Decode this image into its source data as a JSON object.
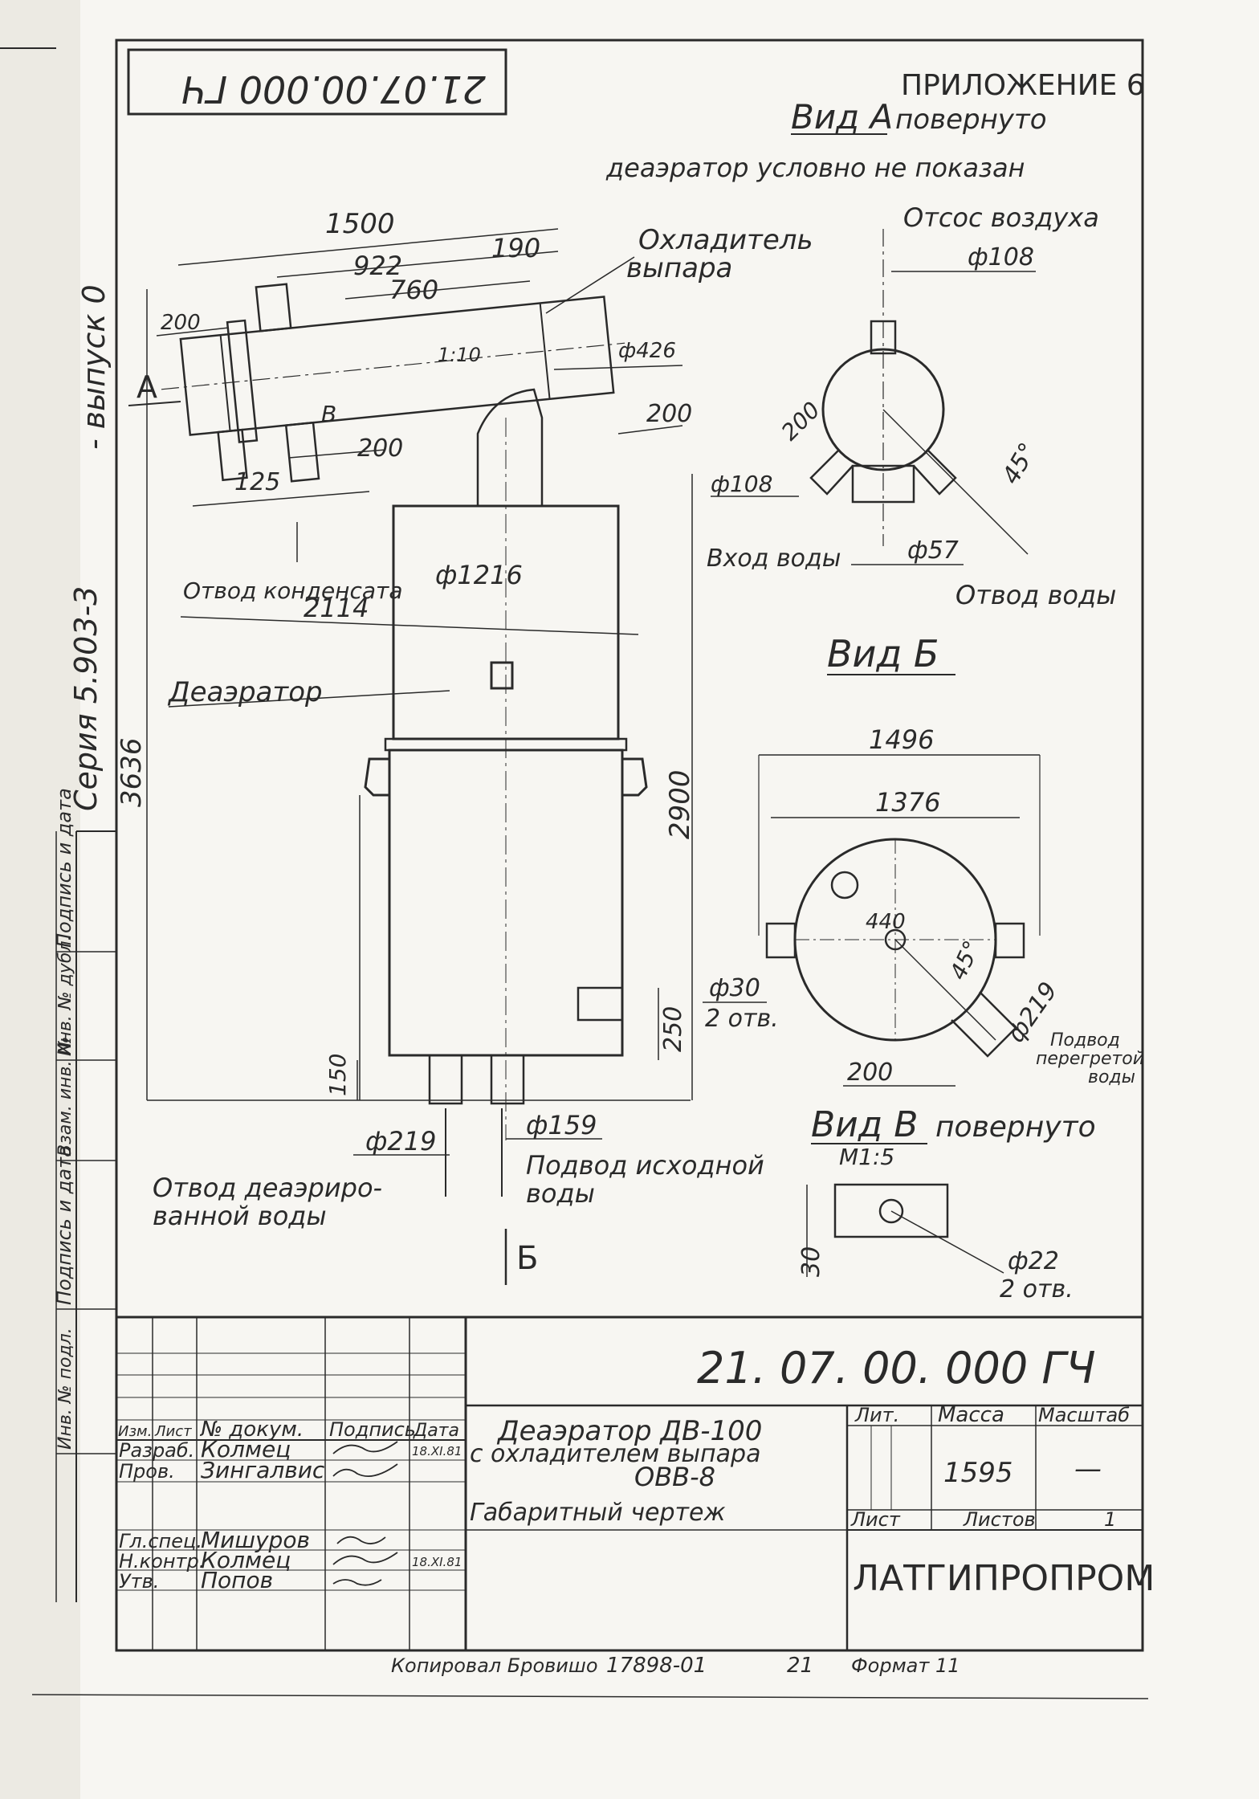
{
  "header": {
    "rotated_code": "21.07.00.000 ГЧ",
    "appendix": "ПРИЛОЖЕНИЕ 6",
    "view_a_label": "Вид А",
    "view_a_suffix": "повернуто",
    "view_a_note": "деаэратор условно не показан"
  },
  "margin": {
    "series": "Серия 5.903-3",
    "issue": "- выпуск 0",
    "col1": "Подпись и дата",
    "col2": "Инв. № дубл.",
    "col3": "Взам. инв. №",
    "col4": "Подпись и дата",
    "col5": "Инв. № подл."
  },
  "main_view": {
    "dim_1500": "1500",
    "dim_922": "922",
    "dim_190": "190",
    "dim_760": "760",
    "dim_200_top": "200",
    "slope": "1:10",
    "arrow_a": "А",
    "mark_v": "В",
    "dim_200_bottom": "200",
    "dim_200_right": "200",
    "dim_125": "125",
    "dim_d426": "ф426",
    "cooler_label_1": "Охладитель",
    "cooler_label_2": "выпара",
    "condensate_label": "Отвод конденсата",
    "dim_d1216": "ф1216",
    "dim_2114": "2114",
    "deaerator_label": "Деаэратор",
    "dim_3636": "3636",
    "dim_2900": "2900",
    "dim_250": "250",
    "dim_150": "150",
    "dim_d219": "ф219",
    "dim_d159": "ф159",
    "outlet_label_1": "Отвод деаэриро-",
    "outlet_label_2": "ванной воды",
    "inlet_label_1": "Подвод исходной",
    "inlet_label_2": "воды",
    "arrow_b": "Б"
  },
  "view_a": {
    "air_label": "Отсос воздуха",
    "dim_d108_top": "ф108",
    "dim_200": "200",
    "dim_45": "45°",
    "dim_d108_left": "ф108",
    "water_in": "Вход воды",
    "dim_d57": "ф57",
    "water_out": "Отвод воды"
  },
  "view_b": {
    "title": "Вид Б",
    "dim_1496": "1496",
    "dim_1376": "1376",
    "dim_440": "440",
    "dim_45": "45°",
    "dim_d30": "ф30",
    "holes": "2 отв.",
    "dim_200": "200",
    "dim_d219": "ф219",
    "steam_1": "Подвод",
    "steam_2": "перегретой",
    "steam_3": "воды"
  },
  "view_v": {
    "title": "Вид В",
    "suffix": "повернуто",
    "scale": "М1:5",
    "dim_30": "30",
    "dim_d22": "ф22",
    "holes": "2 отв."
  },
  "title_block": {
    "doc_code": "21. 07. 00. 000 ГЧ",
    "name_1": "Деаэратор ДВ-100",
    "name_2": "с охладителем выпара",
    "name_3": "ОВВ-8",
    "drawing_type": "Габаритный чертеж",
    "h_izm": "Изм.",
    "h_list": "Лист",
    "h_doc": "№ докум.",
    "h_sign": "Подпись",
    "h_date": "Дата",
    "r1_role": "Разраб.",
    "r1_name": "Колмец",
    "r1_date": "18.XI.81",
    "r2_role": "Пров.",
    "r2_name": "Зингалвис",
    "r3_role": "Гл.спец.",
    "r3_name": "Мишуров",
    "r4_role": "Н.контр.",
    "r4_name": "Колмец",
    "r4_date": "18.XI.81",
    "r5_role": "Утв.",
    "r5_name": "Попов",
    "lit": "Лит.",
    "mass": "Масса",
    "scale": "Масштаб",
    "mass_value": "1595",
    "scale_value": "—",
    "sheet": "Лист",
    "sheets": "Листов",
    "sheets_value": "1",
    "org": "ЛАТГИПРОПРОМ"
  },
  "footer": {
    "copied": "Копировал Бровишо",
    "order": "17898-01",
    "page": "21",
    "format": "Формат 11"
  }
}
